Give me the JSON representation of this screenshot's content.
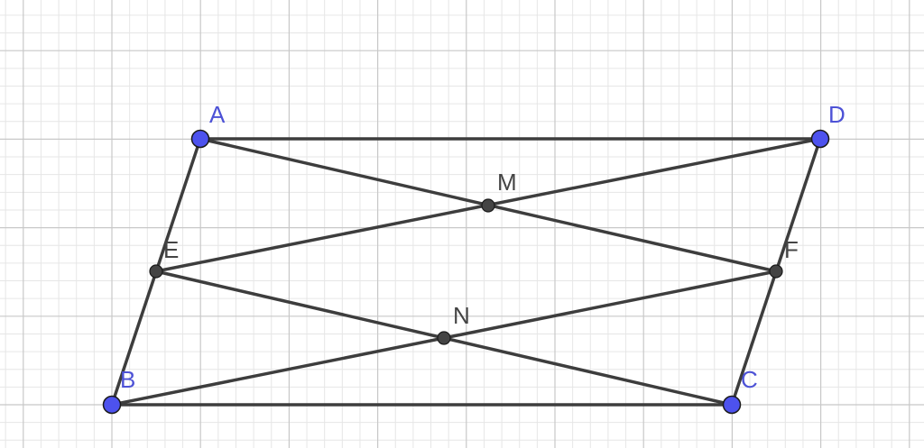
{
  "colors": {
    "free_point": "#4d52ee",
    "free_label": "#4d52d6",
    "dependent_point": "#444444",
    "dependent_label": "#444444",
    "segment": "#3d3d3d",
    "grid_major": "#c8c8c8",
    "grid_minor": "#e6e6e6"
  },
  "points": {
    "A": {
      "label": "A",
      "kind": "free"
    },
    "B": {
      "label": "B",
      "kind": "free"
    },
    "C": {
      "label": "C",
      "kind": "free"
    },
    "D": {
      "label": "D",
      "kind": "free"
    },
    "E": {
      "label": "E",
      "kind": "dependent"
    },
    "F": {
      "label": "F",
      "kind": "dependent"
    },
    "M": {
      "label": "M",
      "kind": "dependent"
    },
    "N": {
      "label": "N",
      "kind": "dependent"
    }
  },
  "segments": [
    [
      "A",
      "D"
    ],
    [
      "B",
      "C"
    ],
    [
      "A",
      "B"
    ],
    [
      "D",
      "C"
    ],
    [
      "A",
      "F"
    ],
    [
      "E",
      "D"
    ],
    [
      "E",
      "C"
    ],
    [
      "B",
      "F"
    ]
  ]
}
